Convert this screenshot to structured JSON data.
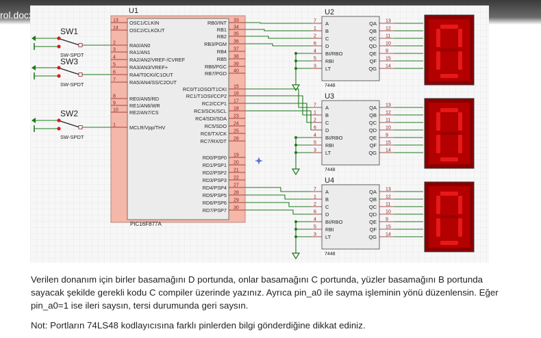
{
  "window": {
    "doc_title": "rol.docx"
  },
  "colors": {
    "wire": "#1b7a1b",
    "ic_fill": "#f4b7a8",
    "chip_body": "#ececec",
    "pin_text": "#8b1a1a",
    "segment_on": "#e01010",
    "display_bg": "#8a0000",
    "grid": "#d9d9d9"
  },
  "icons": {
    "ground": "ground-icon",
    "switch": "spdt-switch-icon",
    "cursor": "crosshair-cursor-icon"
  },
  "schematic": {
    "u1": {
      "ref": "U1",
      "part": "PIC16F877A",
      "left_pins": [
        {
          "num": "13",
          "name": "OSC1/CLKIN"
        },
        {
          "num": "14",
          "name": "OSC2/CLKOUT"
        },
        {
          "num": "2",
          "name": "RA0/AN0"
        },
        {
          "num": "3",
          "name": "RA1/AN1"
        },
        {
          "num": "4",
          "name": "RA2/AN2/VREF-/CVREF"
        },
        {
          "num": "5",
          "name": "RA3/AN3/VREF+"
        },
        {
          "num": "6",
          "name": "RA4/T0CKI/C1OUT"
        },
        {
          "num": "7",
          "name": "RA5/AN4/SS/C2OUT"
        },
        {
          "num": "8",
          "name": "RE0/AN5/RD"
        },
        {
          "num": "9",
          "name": "RE1/AN6/WR"
        },
        {
          "num": "10",
          "name": "RE2/AN7/CS"
        },
        {
          "num": "1",
          "name": "MCLR/Vpp/THV"
        }
      ],
      "right_pins": [
        {
          "num": "33",
          "name": "RB0/INT"
        },
        {
          "num": "34",
          "name": "RB1"
        },
        {
          "num": "35",
          "name": "RB2"
        },
        {
          "num": "36",
          "name": "RB3/PGM"
        },
        {
          "num": "37",
          "name": "RB4"
        },
        {
          "num": "38",
          "name": "RB5"
        },
        {
          "num": "39",
          "name": "RB6/PGC"
        },
        {
          "num": "40",
          "name": "RB7/PGD"
        },
        {
          "num": "15",
          "name": "RC0/T1OSO/T1CKI"
        },
        {
          "num": "16",
          "name": "RC1/T1OSI/CCP2"
        },
        {
          "num": "17",
          "name": "RC2/CCP1"
        },
        {
          "num": "18",
          "name": "RC3/SCK/SCL"
        },
        {
          "num": "23",
          "name": "RC4/SDI/SDA"
        },
        {
          "num": "24",
          "name": "RC5/SDO"
        },
        {
          "num": "25",
          "name": "RC6/TX/CK"
        },
        {
          "num": "26",
          "name": "RC7/RX/DT"
        },
        {
          "num": "19",
          "name": "RD0/PSP0"
        },
        {
          "num": "20",
          "name": "RD1/PSP1"
        },
        {
          "num": "21",
          "name": "RD2/PSP2"
        },
        {
          "num": "22",
          "name": "RD3/PSP3"
        },
        {
          "num": "27",
          "name": "RD4/PSP4"
        },
        {
          "num": "28",
          "name": "RD5/PSP5"
        },
        {
          "num": "29",
          "name": "RD6/PSP6"
        },
        {
          "num": "30",
          "name": "RD7/PSP7"
        }
      ]
    },
    "decoders": [
      {
        "ref": "U2",
        "part": "7448",
        "in_pins": [
          {
            "num": "7",
            "name": "A"
          },
          {
            "num": "1",
            "name": "B"
          },
          {
            "num": "2",
            "name": "C"
          },
          {
            "num": "6",
            "name": "D"
          },
          {
            "num": "4",
            "name": "BI/RBO"
          },
          {
            "num": "5",
            "name": "RBI"
          },
          {
            "num": "3",
            "name": "LT"
          }
        ],
        "out_pins": [
          {
            "num": "13",
            "name": "QA"
          },
          {
            "num": "12",
            "name": "QB"
          },
          {
            "num": "11",
            "name": "QC"
          },
          {
            "num": "10",
            "name": "QD"
          },
          {
            "num": "9",
            "name": "QE"
          },
          {
            "num": "15",
            "name": "QF"
          },
          {
            "num": "14",
            "name": "QG"
          }
        ]
      },
      {
        "ref": "U3",
        "part": "7448",
        "in_pins": [
          {
            "num": "7",
            "name": "A"
          },
          {
            "num": "1",
            "name": "B"
          },
          {
            "num": "2",
            "name": "C"
          },
          {
            "num": "6",
            "name": "D"
          },
          {
            "num": "4",
            "name": "BI/RBO"
          },
          {
            "num": "5",
            "name": "RBI"
          },
          {
            "num": "3",
            "name": "LT"
          }
        ],
        "out_pins": [
          {
            "num": "13",
            "name": "QA"
          },
          {
            "num": "12",
            "name": "QB"
          },
          {
            "num": "11",
            "name": "QC"
          },
          {
            "num": "10",
            "name": "QD"
          },
          {
            "num": "9",
            "name": "QE"
          },
          {
            "num": "15",
            "name": "QF"
          },
          {
            "num": "14",
            "name": "QG"
          }
        ]
      },
      {
        "ref": "U4",
        "part": "7448",
        "in_pins": [
          {
            "num": "7",
            "name": "A"
          },
          {
            "num": "1",
            "name": "B"
          },
          {
            "num": "2",
            "name": "C"
          },
          {
            "num": "6",
            "name": "D"
          },
          {
            "num": "4",
            "name": "BI/RBO"
          },
          {
            "num": "5",
            "name": "RBI"
          },
          {
            "num": "3",
            "name": "LT"
          }
        ],
        "out_pins": [
          {
            "num": "13",
            "name": "QA"
          },
          {
            "num": "12",
            "name": "QB"
          },
          {
            "num": "11",
            "name": "QC"
          },
          {
            "num": "10",
            "name": "QD"
          },
          {
            "num": "9",
            "name": "QE"
          },
          {
            "num": "15",
            "name": "QF"
          },
          {
            "num": "14",
            "name": "QG"
          }
        ]
      }
    ],
    "switches": [
      {
        "ref": "SW1",
        "type": "SW-SPDT"
      },
      {
        "ref": "SW3",
        "type": "SW-SPDT"
      },
      {
        "ref": "SW2",
        "type": "SW-SPDT"
      }
    ],
    "displays": [
      {
        "digit": "0"
      },
      {
        "digit": "0"
      },
      {
        "digit": "0"
      }
    ]
  },
  "text": {
    "paragraph1": "Verilen donanım için birler basamağını D portunda, onlar basamağını C portunda, yüzler basamağını B portunda sayacak şekilde gerekli kodu C compiler üzerinde yazınız. Ayrıca pin_a0 ile sayma işleminin yönü düzenlensin. Eğer pin_a0=1 ise ileri saysın, tersi durumunda geri saysın.",
    "paragraph2": "Not: Portların 74LS48 kodlayıcısına farklı pinlerden bilgi gönderdiğine dikkat ediniz."
  }
}
